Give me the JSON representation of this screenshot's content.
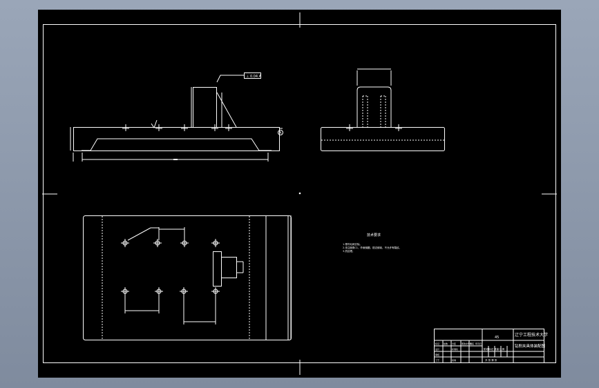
{
  "drawing": {
    "colors": {
      "background": "#000000",
      "line": "#ffffff",
      "window_frame": "#8a96a8"
    },
    "datum_callout": "⊥ 0.04 A",
    "datum_label": "A",
    "tech_requirements": {
      "title": "技术要求",
      "lines": [
        "1.零件毛刺去除。",
        "2.未注倒角C1，外棱倒圆，锐边倒钝，不允许有裂纹。",
        "3.热处理。"
      ]
    },
    "title_block": {
      "school": "辽宁工程技术大学",
      "drawing_name": "钻削夹具体装配图",
      "material_mark": "45",
      "scale_row": "阶段标记 重量 比例",
      "sheet_row": "共 张 第 张",
      "labels": [
        "标记",
        "处数",
        "分区",
        "更改文件号",
        "签名",
        "年月日",
        "设计",
        "标准化",
        "审核",
        "工艺",
        "批准"
      ]
    }
  }
}
